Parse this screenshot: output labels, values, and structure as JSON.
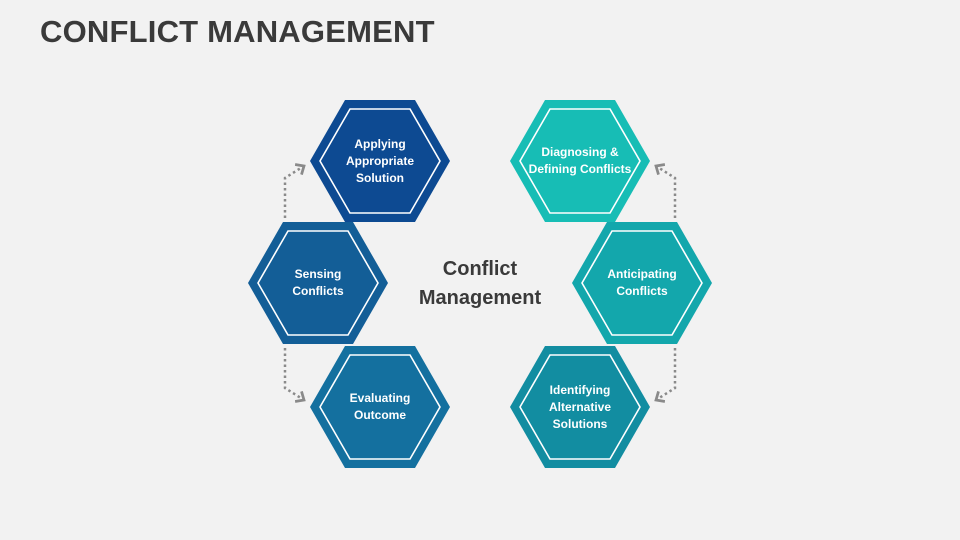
{
  "title": "CONFLICT MANAGEMENT",
  "center": {
    "line1": "Conflict",
    "line2": "Management"
  },
  "steps": [
    {
      "label": "Applying Appropriate Solution",
      "lines": [
        "Applying",
        "Appropriate",
        "Solution"
      ],
      "color": "#0d4a92"
    },
    {
      "label": "Sensing Conflicts",
      "lines": [
        "Sensing",
        "Conflicts"
      ],
      "color": "#135e97"
    },
    {
      "label": "Evaluating Outcome",
      "lines": [
        "Evaluating",
        "Outcome"
      ],
      "color": "#14709f"
    },
    {
      "label": "Diagnosing & Defining Conflicts",
      "lines": [
        "Diagnosing &",
        "Defining Conflicts"
      ],
      "color": "#17bdb5"
    },
    {
      "label": "Anticipating Conflicts",
      "lines": [
        "Anticipating",
        "Conflicts"
      ],
      "color": "#13a7ac"
    },
    {
      "label": "Identifying Alternative Solutions",
      "lines": [
        "Identifying",
        "Alternative",
        "Solutions"
      ],
      "color": "#128da1"
    }
  ],
  "connector_color": "#8a8a8a"
}
